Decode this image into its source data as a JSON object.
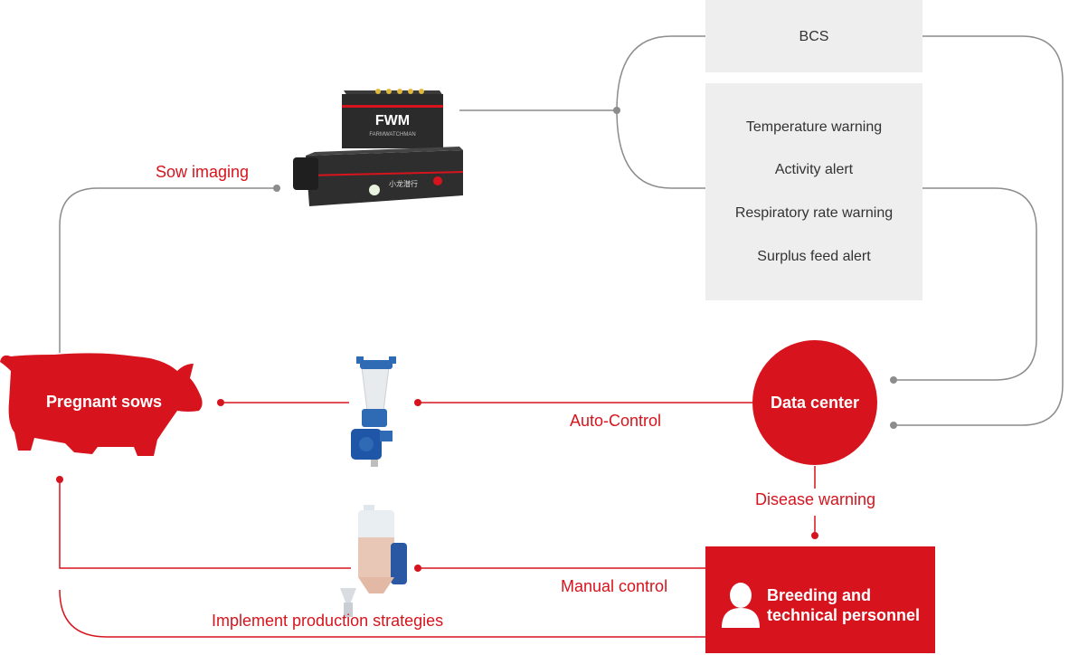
{
  "colors": {
    "accent": "#d7141d",
    "line": "#8c8c8c",
    "panel": "#eeeeee"
  },
  "top_panel": {
    "label": "BCS"
  },
  "alerts_panel": {
    "items": [
      "Temperature warning",
      "Activity alert",
      "Respiratory rate warning",
      "Surplus feed alert"
    ]
  },
  "device": {
    "brand": "FWM",
    "brand_sub": "FARMWATCHMAN",
    "badge": "小龙潜行"
  },
  "nodes": {
    "sows": "Pregnant sows",
    "data_center": "Data center",
    "personnel": "Breeding and technical personnel",
    "personnel_icon": "person-icon"
  },
  "edge_labels": {
    "sow_imaging": "Sow imaging",
    "auto_control": "Auto-Control",
    "disease_warning": "Disease warning",
    "manual_control": "Manual control",
    "production": "Implement production strategies"
  }
}
